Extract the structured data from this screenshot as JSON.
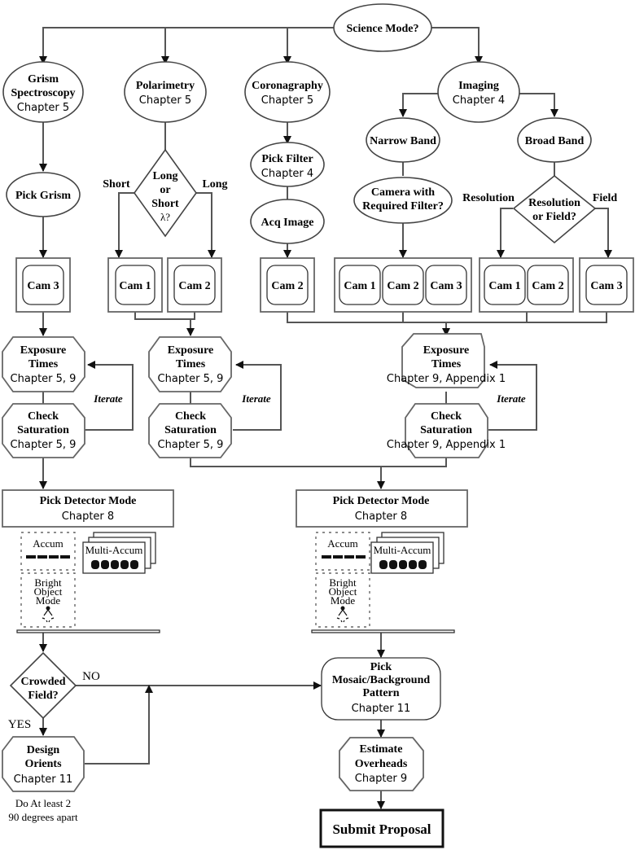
{
  "diagram": {
    "root": "Science Mode?",
    "modes": {
      "grism": {
        "line1": "Grism",
        "line2": "Spectroscopy",
        "chapter": "Chapter 5"
      },
      "polarimetry": {
        "title": "Polarimetry",
        "chapter": "Chapter 5"
      },
      "coronagraphy": {
        "title": "Coronagraphy",
        "chapter": "Chapter 5"
      },
      "imaging": {
        "title": "Imaging",
        "chapter": "Chapter 4"
      }
    },
    "pick_grism": "Pick Grism",
    "pol_decision": {
      "l1": "Long",
      "l2": "or",
      "l3": "Short",
      "l4": "λ?",
      "short": "Short",
      "long": "Long"
    },
    "pick_filter": {
      "title": "Pick Filter",
      "chapter": "Chapter 4"
    },
    "acq_image": "Acq Image",
    "narrow_band": "Narrow Band",
    "broad_band": "Broad Band",
    "camera_filter": {
      "l1": "Camera with",
      "l2": "Required Filter?"
    },
    "res_decision": {
      "l1": "Resolution",
      "l2": "or Field?",
      "res": "Resolution",
      "field": "Field"
    },
    "cams": {
      "c1": "Cam 1",
      "c2": "Cam 2",
      "c3": "Cam 3"
    },
    "exposure": {
      "l1": "Exposure",
      "l2": "Times",
      "ch59": "Chapter 5, 9",
      "ch9a": "Chapter 9, Appendix 1"
    },
    "saturation": {
      "l1": "Check",
      "l2": "Saturation"
    },
    "iterate": "Iterate",
    "detector": {
      "title": "Pick Detector Mode",
      "chapter": "Chapter 8",
      "accum": "Accum",
      "multi": "Multi-Accum",
      "bright1": "Bright",
      "bright2": "Object",
      "bright3": "Mode"
    },
    "crowded": {
      "l1": "Crowded",
      "l2": "Field?",
      "no": "NO",
      "yes": "YES"
    },
    "design": {
      "l1": "Design",
      "l2": "Orients",
      "chapter": "Chapter 11",
      "note1": "Do At least 2",
      "note2": "90 degrees apart"
    },
    "mosaic": {
      "l1": "Pick",
      "l2": "Mosaic/Background",
      "l3": "Pattern",
      "chapter": "Chapter 11"
    },
    "overheads": {
      "l1": "Estimate",
      "l2": "Overheads",
      "chapter": "Chapter 9"
    },
    "submit": "Submit Proposal"
  }
}
